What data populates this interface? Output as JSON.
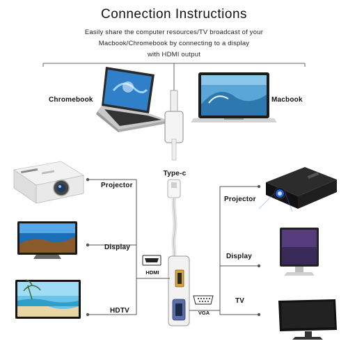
{
  "title": "Connection Instructions",
  "subtitle_lines": [
    "Easily share the computer resources/TV broadcast of your",
    "Macbook/Chromebook by connecting to a display",
    "with HDMI output"
  ],
  "sources": {
    "left": "Chromebook",
    "right": "Macbook"
  },
  "connector": "Type-c",
  "hdmi": {
    "port_label": "HDMI",
    "outputs": [
      "Projector",
      "Display",
      "HDTV"
    ]
  },
  "vga": {
    "port_label": "VGA",
    "outputs": [
      "Projector",
      "Display",
      "TV"
    ]
  },
  "colors": {
    "line": "#666666",
    "adapter": "#f2f2f2",
    "screen_blue": "#1b6fb8"
  }
}
